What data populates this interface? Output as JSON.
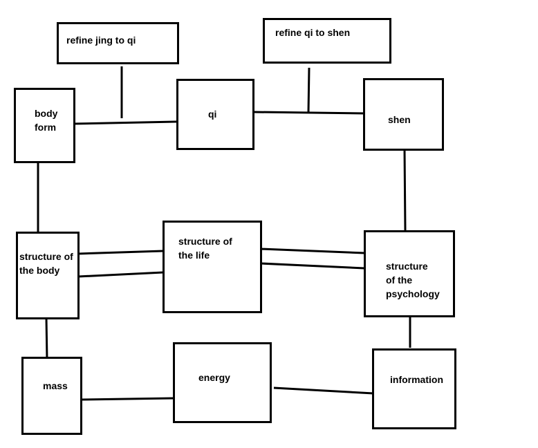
{
  "diagram": {
    "nodes": {
      "refine_jing": "refine jing to qi",
      "refine_qi": "refine qi to shen",
      "body_form": "body\nform",
      "qi": "qi",
      "shen": "shen",
      "structure_body": "structure of\nthe body",
      "structure_life": "structure of\nthe life",
      "structure_psych": "structure\nof the\npsychology",
      "mass": "mass",
      "energy": "energy",
      "information": "information"
    },
    "connections": [
      [
        "body_form",
        "qi"
      ],
      [
        "refine_jing",
        "body_form-qi link"
      ],
      [
        "qi",
        "shen"
      ],
      [
        "refine_qi",
        "qi-shen link"
      ],
      [
        "body_form",
        "structure_body"
      ],
      [
        "shen",
        "structure_psych"
      ],
      [
        "structure_body",
        "structure_life"
      ],
      [
        "structure_life",
        "structure_psych"
      ],
      [
        "structure_body",
        "mass"
      ],
      [
        "structure_psych",
        "information"
      ],
      [
        "mass",
        "energy"
      ],
      [
        "energy",
        "information"
      ]
    ]
  }
}
